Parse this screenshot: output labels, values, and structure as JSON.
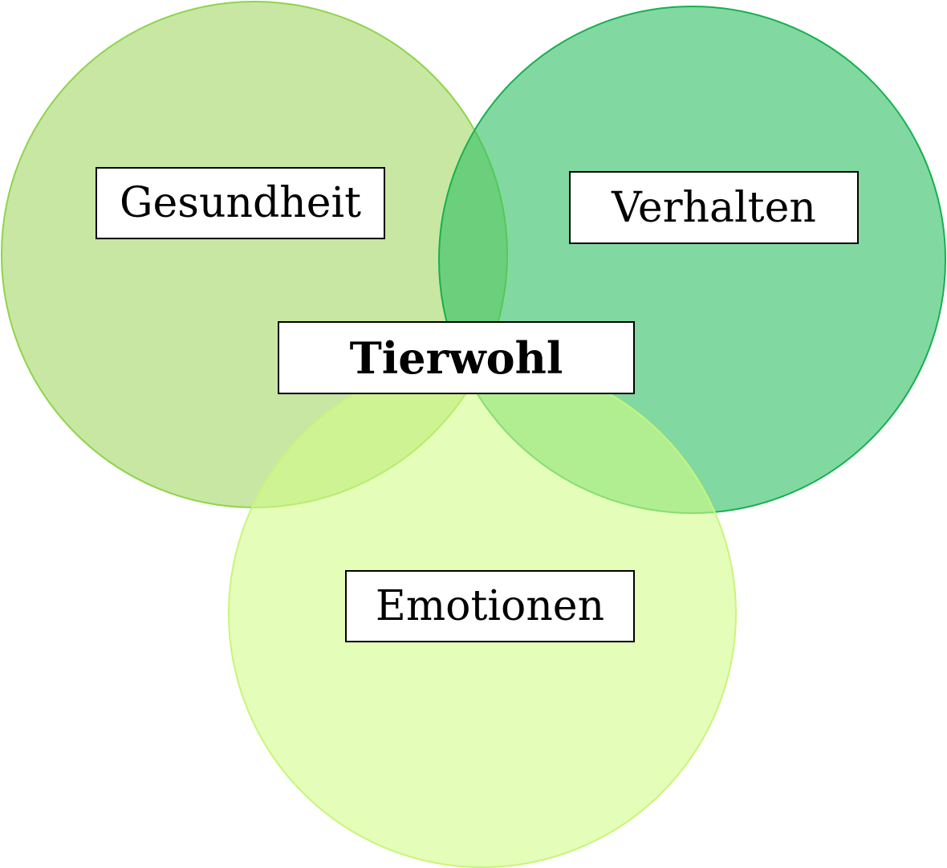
{
  "diagram": {
    "circles": {
      "gesundheit": {
        "color": "#a6d96a",
        "border": "#8fd44a"
      },
      "verhalten": {
        "color": "#2dbf62",
        "border": "#17b04e"
      },
      "emotionen": {
        "color": "#d2fc88",
        "border": "#c8f57a"
      }
    },
    "labels": {
      "gesundheit": "Gesundheit",
      "verhalten": "Verhalten",
      "emotionen": "Emotionen",
      "center": "Tierwohl"
    }
  }
}
